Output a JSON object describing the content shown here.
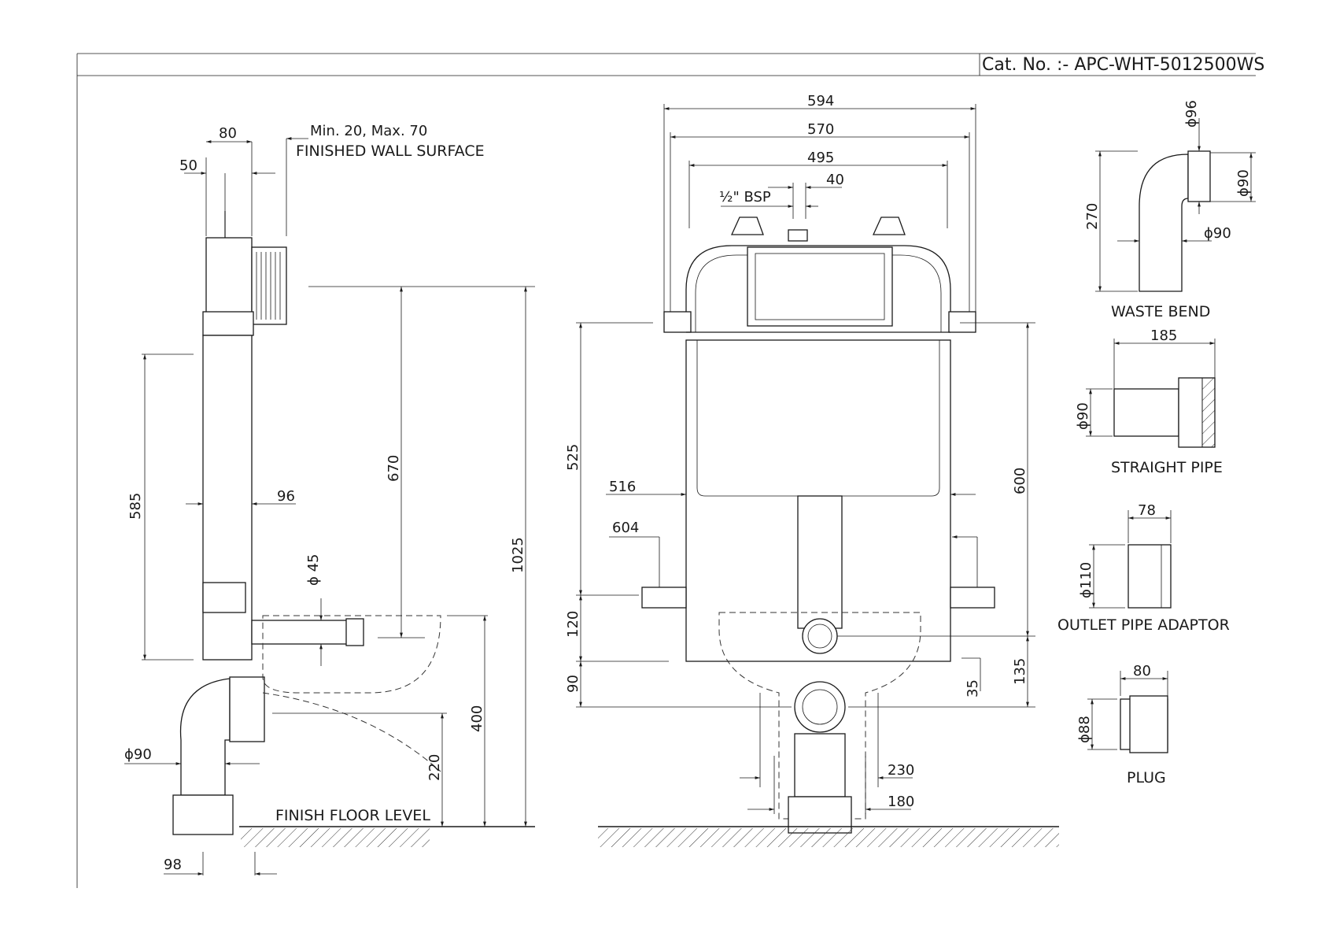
{
  "catalog": {
    "text": "Cat. No. :- APC-WHT-5012500WS"
  },
  "side_view": {
    "dims": {
      "d80": "80",
      "d50": "50",
      "min_max": "Min. 20, Max. 70",
      "wall": "FINISHED WALL SURFACE",
      "d585": "585",
      "d96": "96",
      "d670": "670",
      "d1025": "1025",
      "d45": "ϕ 45",
      "d400": "400",
      "d220": "220",
      "d90": "ϕ90",
      "d98": "98",
      "floor": "FINISH FLOOR LEVEL"
    }
  },
  "front_view": {
    "dims": {
      "d594": "594",
      "d570": "570",
      "d495": "495",
      "d40": "40",
      "bsp": "½\" BSP",
      "d525": "525",
      "d516": "516",
      "d604": "604",
      "d120": "120",
      "d90": "90",
      "d600": "600",
      "d135": "135",
      "d35": "35",
      "d230": "230",
      "d180": "180"
    }
  },
  "parts": {
    "waste_bend": {
      "label": "WASTE BEND",
      "d96": "ϕ96",
      "d90a": "ϕ90",
      "d90b": "ϕ90",
      "d270": "270"
    },
    "straight_pipe": {
      "label": "STRAIGHT PIPE",
      "d185": "185",
      "d90": "ϕ90"
    },
    "outlet_adaptor": {
      "label": "OUTLET PIPE ADAPTOR",
      "d78": "78",
      "d110": "ϕ110"
    },
    "plug": {
      "label": "PLUG",
      "d80": "80",
      "d88": "ϕ88"
    }
  }
}
